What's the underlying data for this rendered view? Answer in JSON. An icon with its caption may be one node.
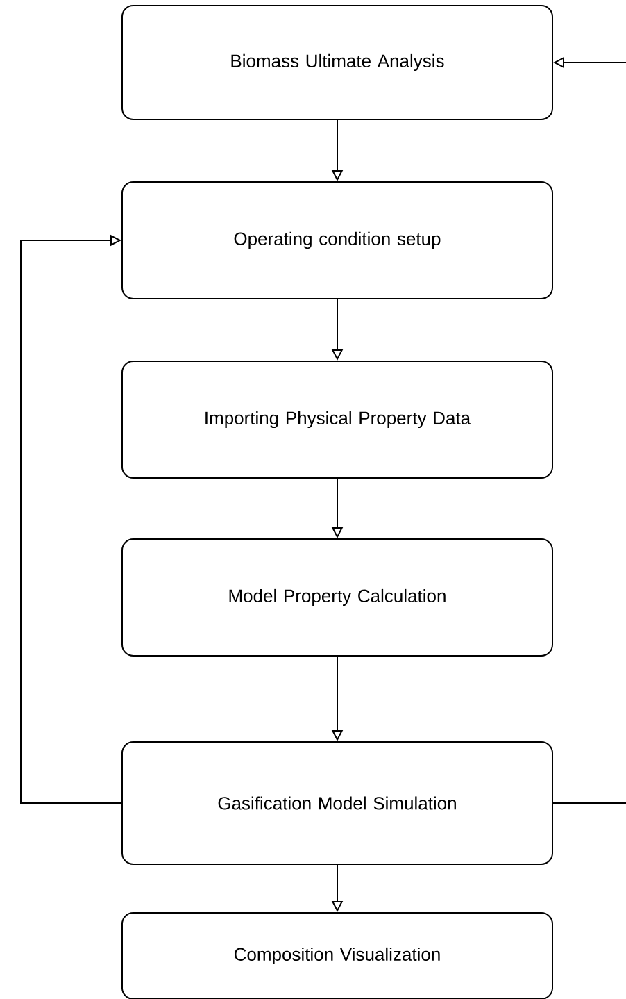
{
  "diagram": {
    "nodes": [
      {
        "text": [
          "Biomass Ultimate Analysis"
        ]
      },
      {
        "text": [
          "Operating condition setup"
        ]
      },
      {
        "text": [
          "Importing Physical Property Data"
        ]
      },
      {
        "text": [
          "Model Property Calculation"
        ]
      },
      {
        "text": [
          "Gasification Model Simulation"
        ]
      },
      {
        "text": [
          "Composition Visualization"
        ]
      }
    ],
    "edges": [
      {
        "from": 0,
        "to": 1,
        "arrow": "to"
      },
      {
        "from": 1,
        "to": 2,
        "arrow": "to"
      },
      {
        "from": 2,
        "to": 3,
        "arrow": "to"
      },
      {
        "from": 3,
        "to": 4,
        "arrow": "to"
      },
      {
        "from": 4,
        "to": 5,
        "arrow": "to"
      },
      {
        "from": 4,
        "to": 1,
        "arrow": "to"
      },
      {
        "from": 4,
        "to": null,
        "arrow": "none"
      },
      {
        "from": null,
        "to": 0,
        "arrow": "to"
      }
    ]
  }
}
